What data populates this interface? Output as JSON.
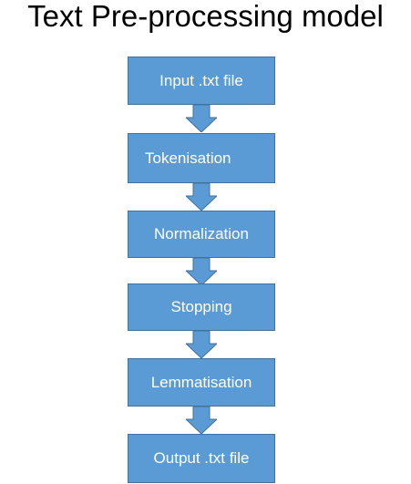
{
  "title": "Text Pre-processing model",
  "steps": [
    {
      "label": "Input .txt file"
    },
    {
      "label": "Tokenisation"
    },
    {
      "label": "Normalization"
    },
    {
      "label": "Stopping"
    },
    {
      "label": "Lemmatisation"
    },
    {
      "label": "Output .txt file"
    }
  ],
  "colors": {
    "box_fill": "#5b9bd5",
    "box_border": "#41719c",
    "arrow_fill": "#5b9bd5",
    "text": "#ffffff"
  }
}
